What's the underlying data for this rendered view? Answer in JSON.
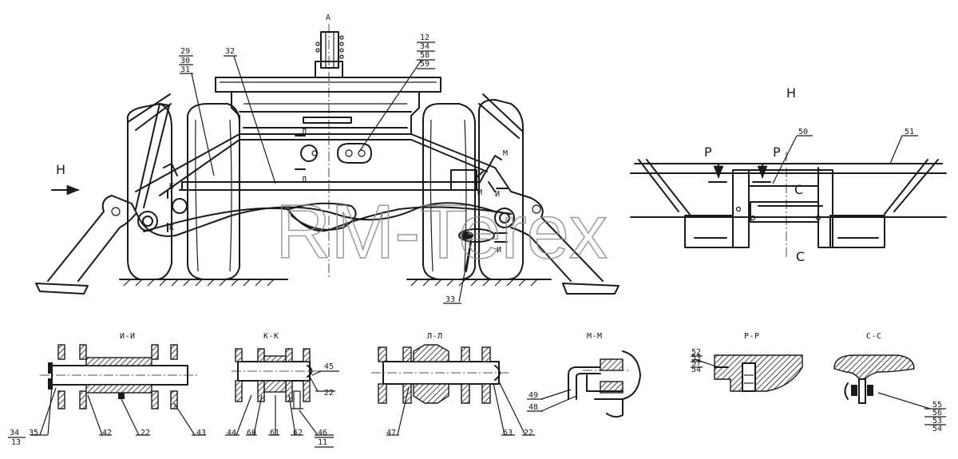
{
  "watermark": "RM-Terex",
  "view_labels": {
    "a": "А",
    "h_main": "Н",
    "h_detail": "Н",
    "k1": "К",
    "k2": "К",
    "l1": "Л",
    "l2": "Л",
    "m1": "М",
    "m2": "М",
    "i1": "И",
    "i2": "И",
    "p1": "Р",
    "p2": "Р",
    "c1": "С",
    "c2": "С"
  },
  "section_titles": {
    "ii": "И-И",
    "kk": "К-К",
    "ll": "Л-Л",
    "mm": "М-М",
    "pp": "Р-Р",
    "cc": "С-С"
  },
  "callouts": {
    "top_left_stack": [
      "29",
      "30",
      "31"
    ],
    "top_32": "32",
    "top_right_stack": [
      "12",
      "34",
      "58",
      "59"
    ],
    "bottom_33": "33",
    "detail_50": "50",
    "detail_51": "51",
    "ii": {
      "p34": "34",
      "p35": "35",
      "p13": "13",
      "p42": "42",
      "p22": "22",
      "p43": "43"
    },
    "kk": {
      "p45": "45",
      "p22": "22",
      "p44": "44",
      "p60": "60",
      "p61": "61",
      "p62": "62",
      "p46": "46",
      "p11": "11"
    },
    "ll": {
      "p47": "47",
      "p63": "63",
      "p22": "22"
    },
    "mm": {
      "p49": "49",
      "p48": "48"
    },
    "pp": [
      "52",
      "53",
      "57",
      "54"
    ],
    "cc": [
      "55",
      "56",
      "53",
      "54"
    ]
  }
}
